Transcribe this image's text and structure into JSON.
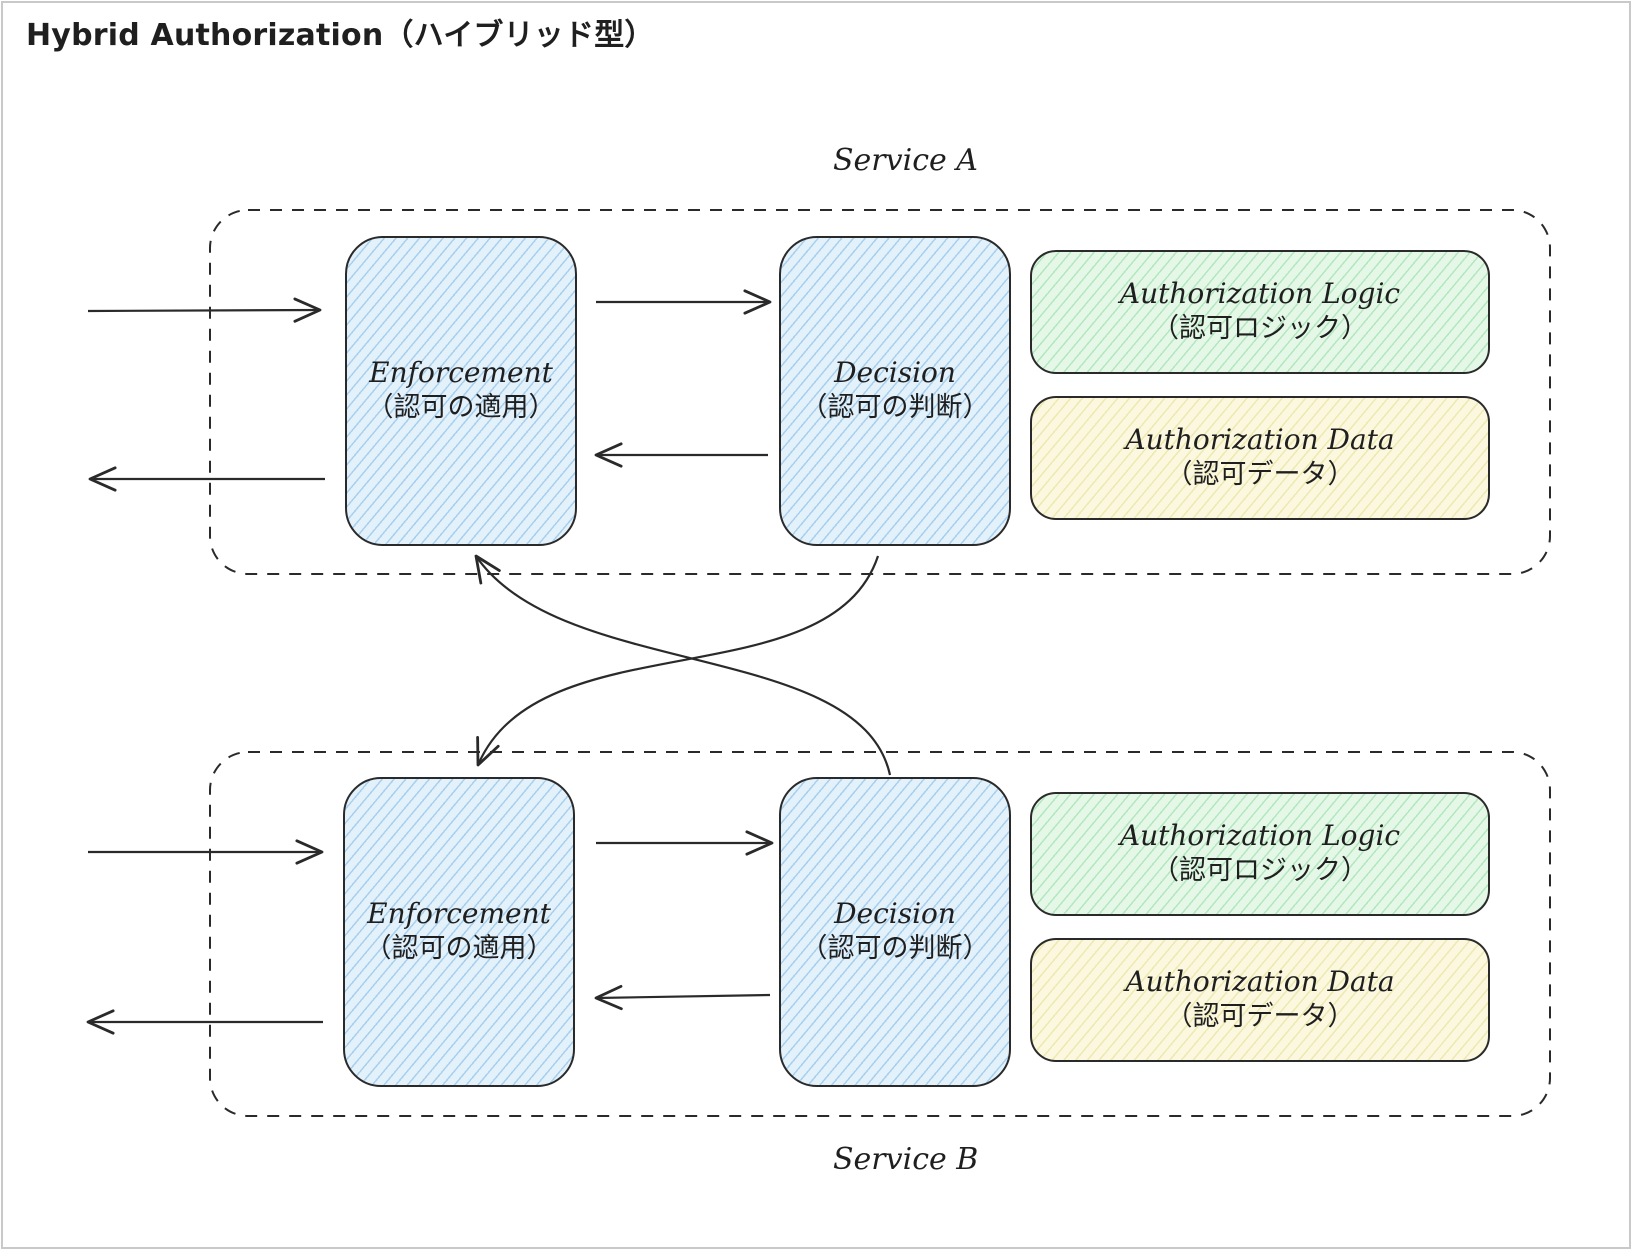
{
  "title": "Hybrid Authorization（ハイブリッド型）",
  "services": [
    {
      "label": "Service A",
      "enforcement": {
        "name": "Enforcement",
        "sub": "（認可の適用）"
      },
      "decision": {
        "name": "Decision",
        "sub": "（認可の判断）"
      },
      "logic": {
        "name": "Authorization Logic",
        "sub": "（認可ロジック）"
      },
      "data": {
        "name": "Authorization Data",
        "sub": "（認可データ）"
      }
    },
    {
      "label": "Service B",
      "enforcement": {
        "name": "Enforcement",
        "sub": "（認可の適用）"
      },
      "decision": {
        "name": "Decision",
        "sub": "（認可の判断）"
      },
      "logic": {
        "name": "Authorization Logic",
        "sub": "（認可ロジック）"
      },
      "data": {
        "name": "Authorization Data",
        "sub": "（認可データ）"
      }
    }
  ],
  "colors": {
    "stroke": "#2a2a2a",
    "enforcement_fill": "#e3f1fb",
    "logic_fill": "#e5f8e8",
    "data_fill": "#fbf8df"
  }
}
